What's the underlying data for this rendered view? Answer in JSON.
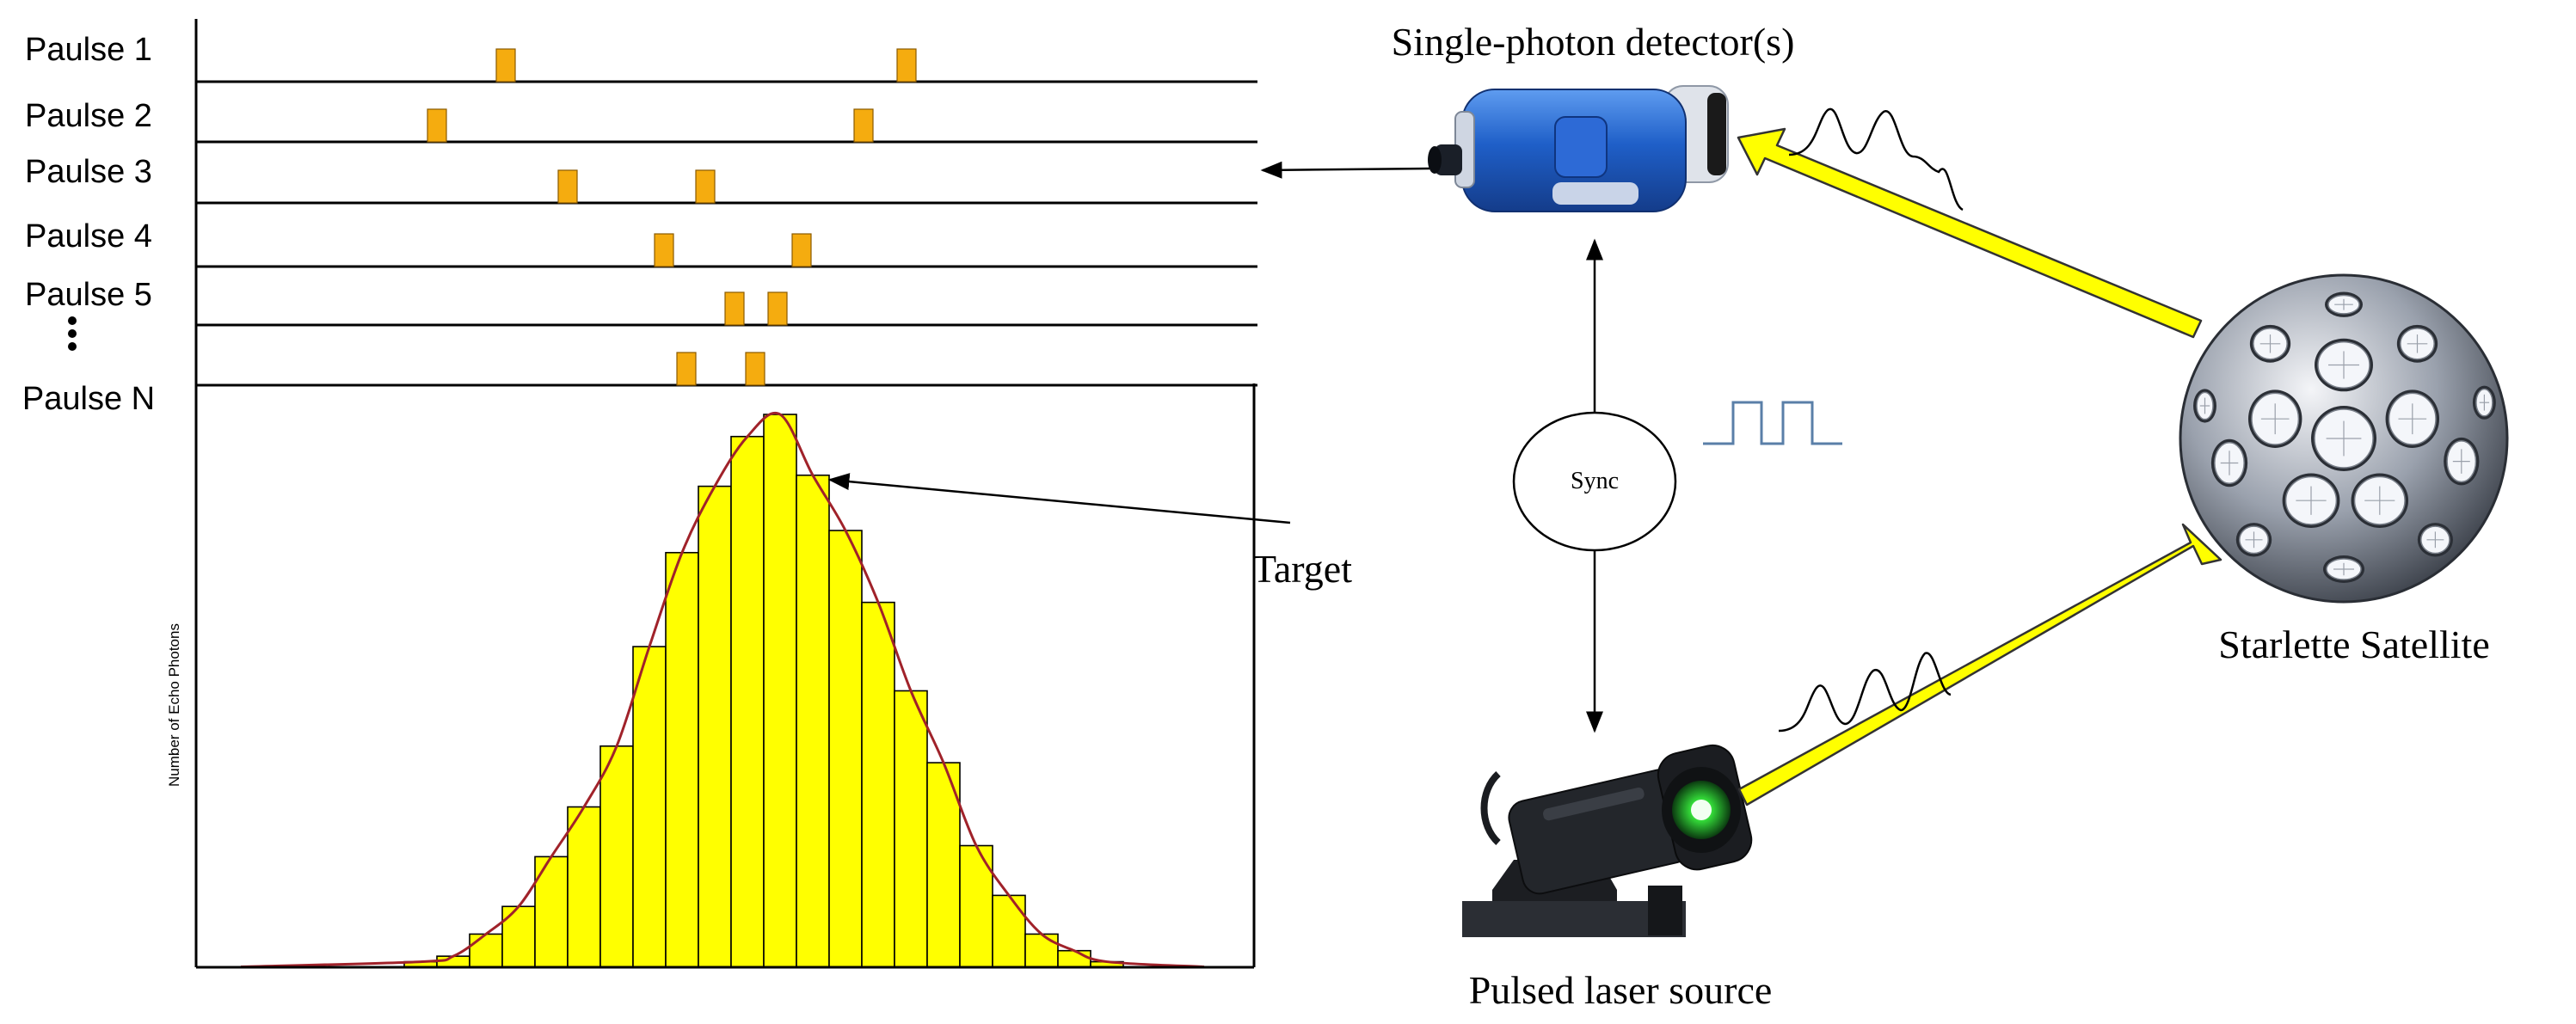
{
  "pulse_train": {
    "labels": [
      "Paulse 1",
      "Paulse 2",
      "Paulse 3",
      "Paulse 4",
      "Paulse 5",
      "Paulse N"
    ],
    "pulse_marker_color": "#f5ac0f"
  },
  "histogram": {
    "ylabel": "Number of Echo Photons",
    "target_label": "Target",
    "bar_color": "#ffff00",
    "fit_color": "#a0222a"
  },
  "components": {
    "detector_label": "Single-photon detector(s)",
    "sync_label": "Sync",
    "laser_label": "Pulsed laser source",
    "satellite_label": "Starlette Satellite"
  },
  "colors": {
    "beam": "#ffff00",
    "detector_body": "#1f5fc8",
    "laser_glow": "#35e03a",
    "sync_signal": "#5a7fa8"
  },
  "chart_data": {
    "type": "bar",
    "title": "",
    "xlabel": "",
    "ylabel": "Number of Echo Photons",
    "ylim": [
      0,
      100
    ],
    "fit_curve": "gaussian",
    "values": [
      1,
      2,
      6,
      11,
      20,
      29,
      40,
      58,
      75,
      87,
      96,
      100,
      89,
      79,
      66,
      50,
      37,
      22,
      13,
      6,
      3,
      1
    ]
  }
}
